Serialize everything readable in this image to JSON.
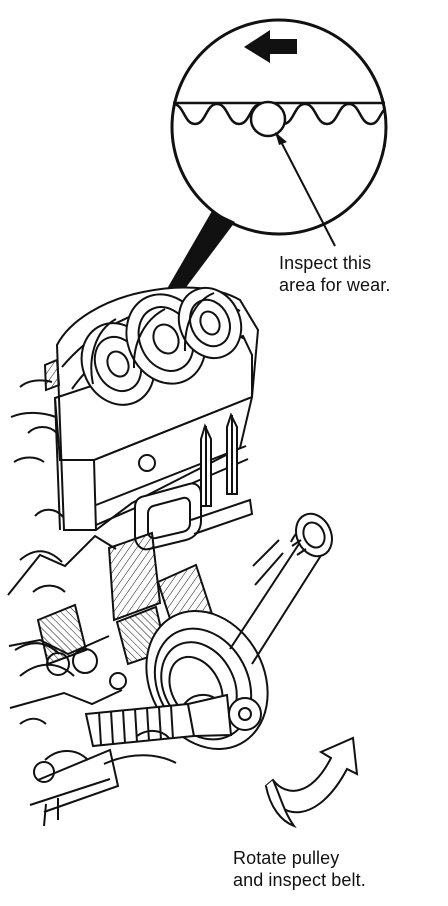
{
  "labels": {
    "wear_line_1": "Inspect this",
    "wear_line_2": "area for wear.",
    "pulley_line_1": "Rotate pulley",
    "pulley_line_2": "and inspect belt."
  },
  "colors": {
    "ink": "#111111",
    "paper": "#ffffff"
  },
  "icons": {
    "direction_arrow": "left-arrow-icon",
    "rotation_arrow": "curved-arrow-icon"
  }
}
